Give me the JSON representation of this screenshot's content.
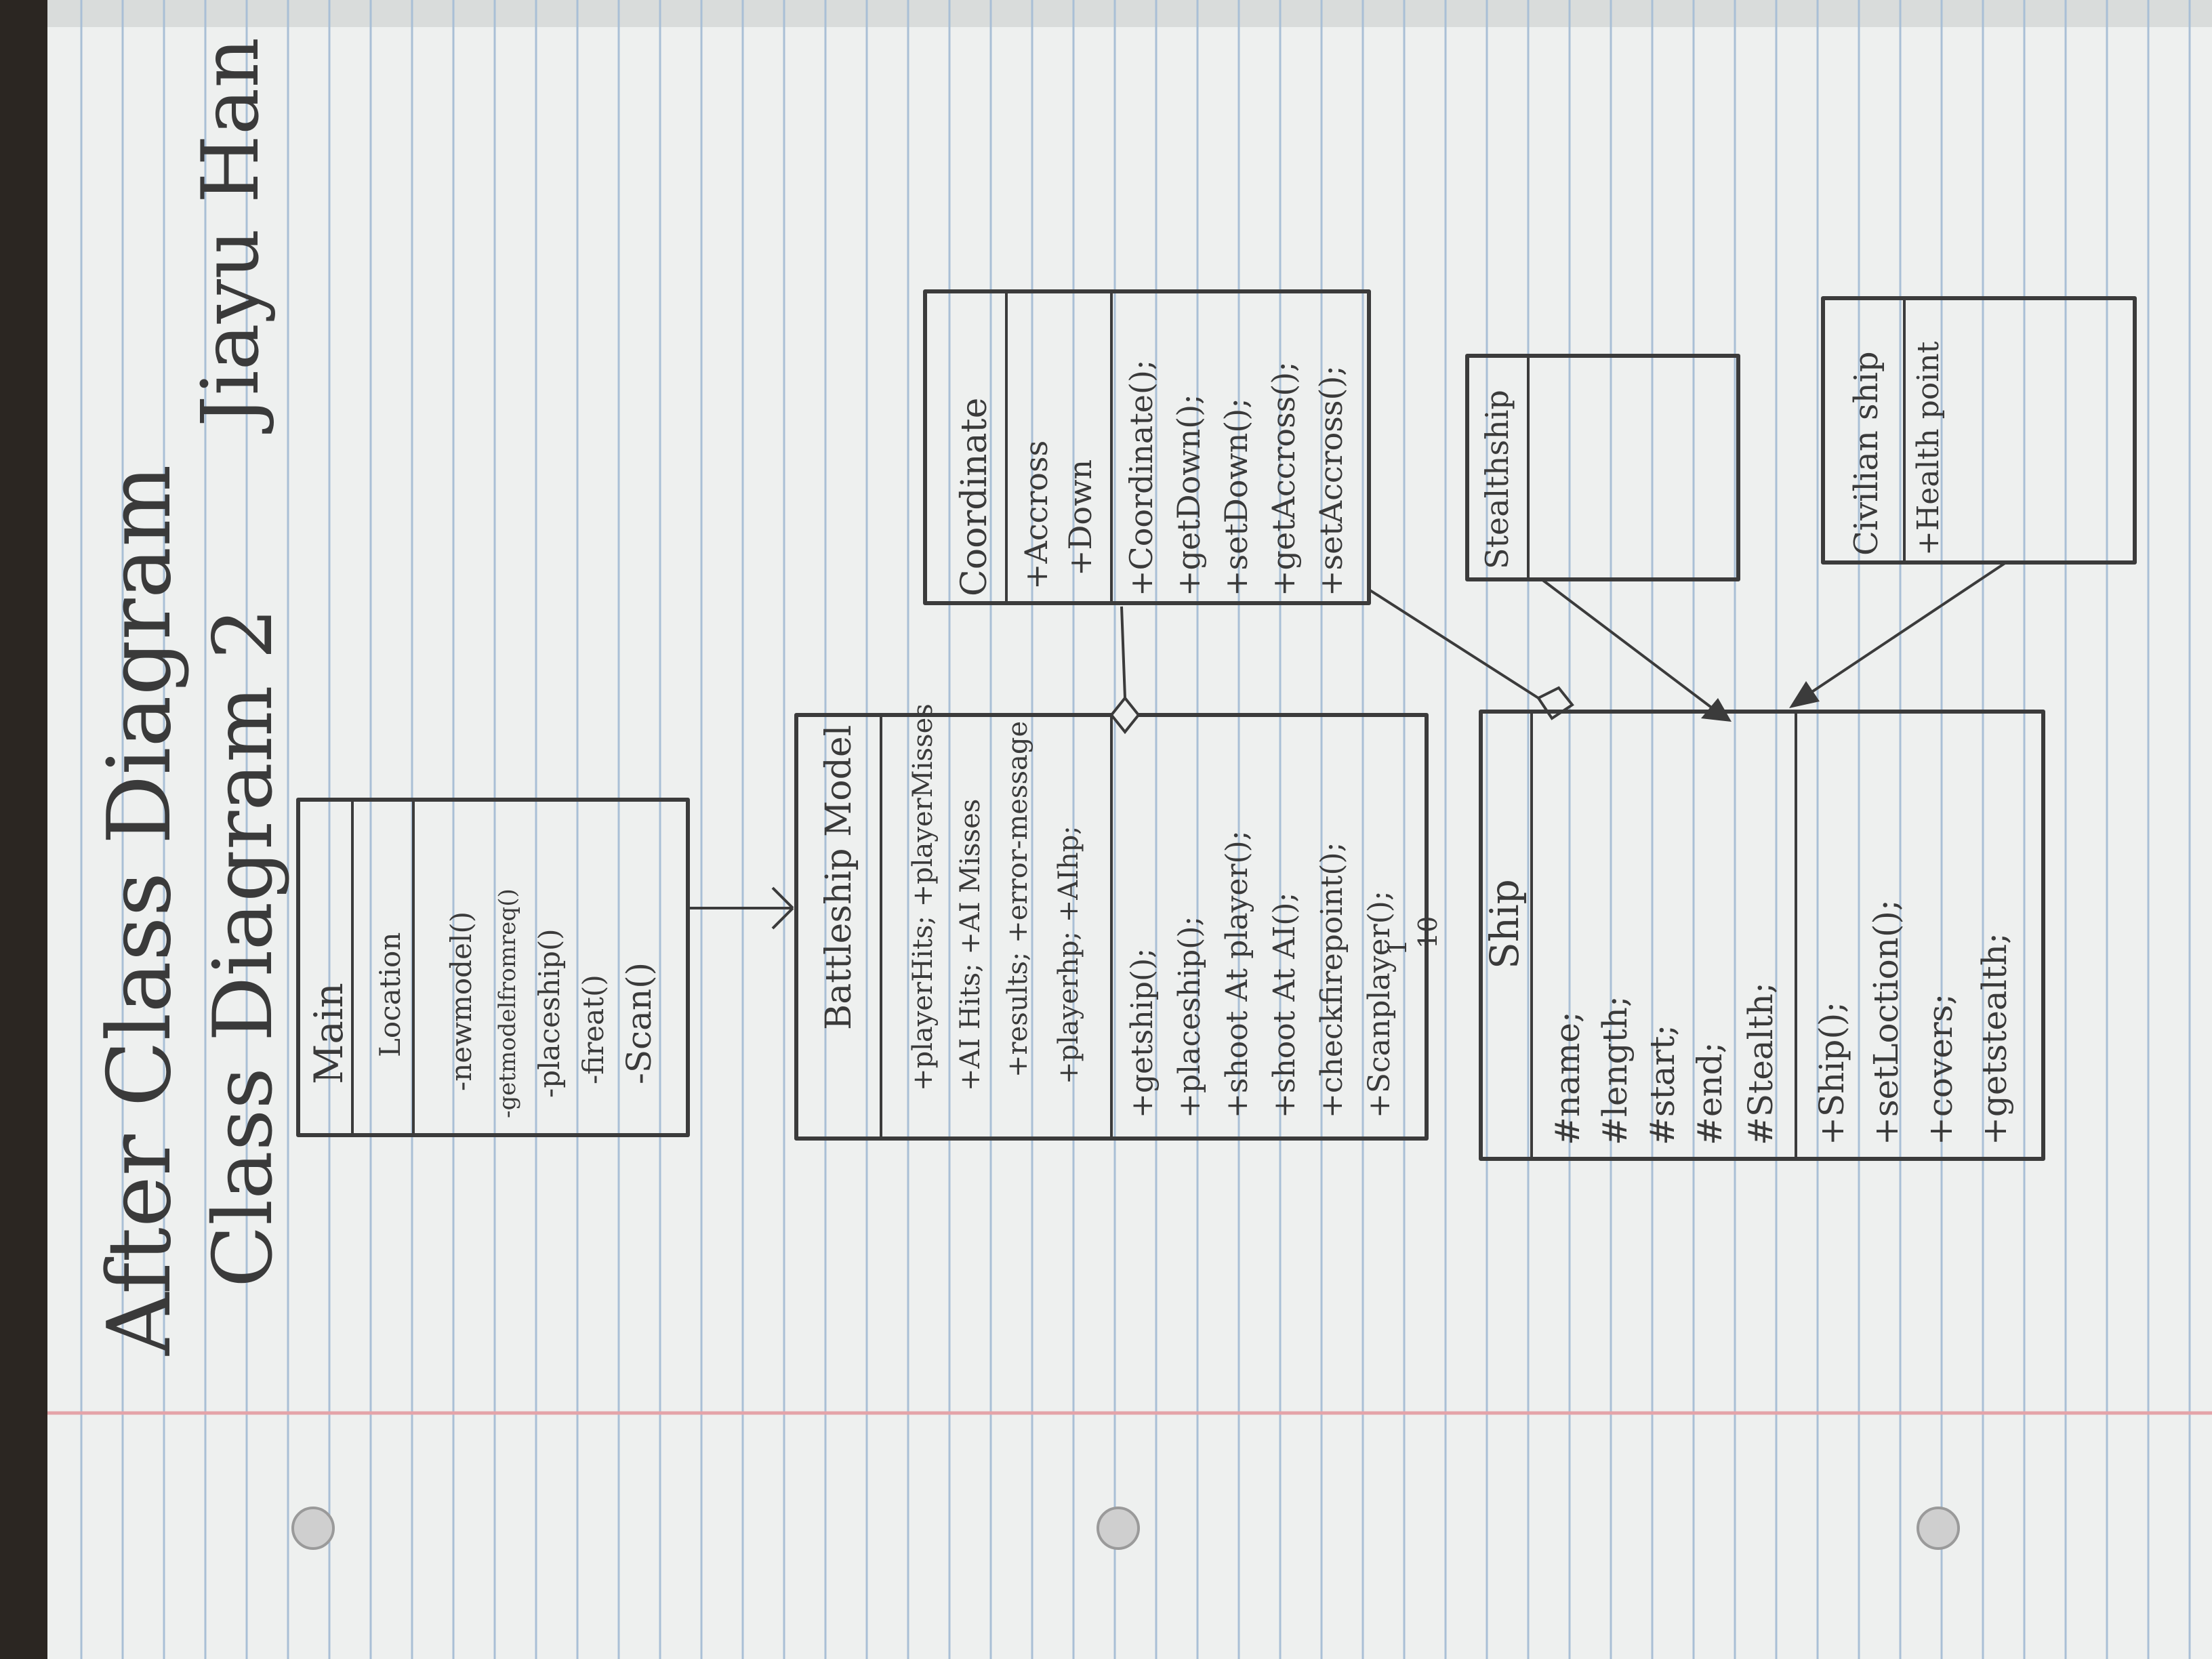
{
  "page": {
    "title": "After Class Diagram",
    "subtitle": "Class Diagram 2",
    "author": "Jiayu Han",
    "colors": {
      "paper": "#eef0ef",
      "rule": "#a9bfd6",
      "margin": "#e4a3a8",
      "pencil": "#3b3b3b"
    }
  },
  "classes": {
    "main": {
      "name": "Main",
      "attributes": [
        "Location"
      ],
      "methods": [
        "-newmodel()",
        "-getmodelfromreq()",
        "-placeship()",
        "-fireat()",
        "-Scan()"
      ]
    },
    "battleship_model": {
      "name": "Battleship Model",
      "attributes": [
        "+playerHits; +playerMisses",
        "+AI Hits; +AI Misses",
        "+results; +error-message",
        "+playerhp; +AIhp;"
      ],
      "methods": [
        "+getship();",
        "+placeship();",
        "+shoot At player();",
        "+shoot At AI();",
        "+checkfirepoint();",
        "+Scanplayer();"
      ]
    },
    "coordinate": {
      "name": "Coordinate",
      "attributes": [
        "+Accross",
        "+Down"
      ],
      "methods": [
        "+Coordinate();",
        "+getDown();",
        "+setDown();",
        "+getAccross();",
        "+setAccross();"
      ]
    },
    "ship": {
      "name": "Ship",
      "attributes": [
        "#name;",
        "#length;",
        "#start;",
        "#end;",
        "#Stealth;"
      ],
      "methods": [
        "+Ship();",
        "+setLoction();",
        "+covers;",
        "+getstealth;"
      ]
    },
    "stealth_ship": {
      "name": "Stealthship"
    },
    "civilian_ship": {
      "name": "Civilian ship",
      "attributes": [
        "+Health point"
      ]
    }
  },
  "relations": {
    "multiplicity_top": "1",
    "multiplicity_bottom": "10"
  }
}
